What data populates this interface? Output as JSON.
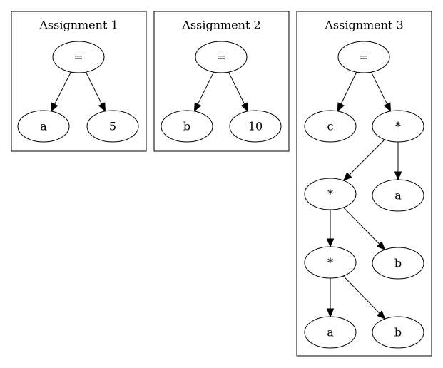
{
  "clusters": [
    {
      "title": "Assignment 1",
      "nodes": [
        {
          "id": "eq",
          "label": "="
        },
        {
          "id": "lhs",
          "label": "a"
        },
        {
          "id": "rhs",
          "label": "5"
        }
      ],
      "edges": [
        [
          "eq",
          "lhs"
        ],
        [
          "eq",
          "rhs"
        ]
      ]
    },
    {
      "title": "Assignment 2",
      "nodes": [
        {
          "id": "eq",
          "label": "="
        },
        {
          "id": "lhs",
          "label": "b"
        },
        {
          "id": "rhs",
          "label": "10"
        }
      ],
      "edges": [
        [
          "eq",
          "lhs"
        ],
        [
          "eq",
          "rhs"
        ]
      ]
    },
    {
      "title": "Assignment 3",
      "nodes": [
        {
          "id": "eq",
          "label": "="
        },
        {
          "id": "lhs",
          "label": "c"
        },
        {
          "id": "mul1",
          "label": "*"
        },
        {
          "id": "mul2",
          "label": "*"
        },
        {
          "id": "a1",
          "label": "a"
        },
        {
          "id": "mul3",
          "label": "*"
        },
        {
          "id": "b1",
          "label": "b"
        },
        {
          "id": "a2",
          "label": "a"
        },
        {
          "id": "b2",
          "label": "b"
        }
      ],
      "edges": [
        [
          "eq",
          "lhs"
        ],
        [
          "eq",
          "mul1"
        ],
        [
          "mul1",
          "mul2"
        ],
        [
          "mul1",
          "a1"
        ],
        [
          "mul2",
          "mul3"
        ],
        [
          "mul2",
          "b1"
        ],
        [
          "mul3",
          "a2"
        ],
        [
          "mul3",
          "b2"
        ]
      ]
    }
  ]
}
